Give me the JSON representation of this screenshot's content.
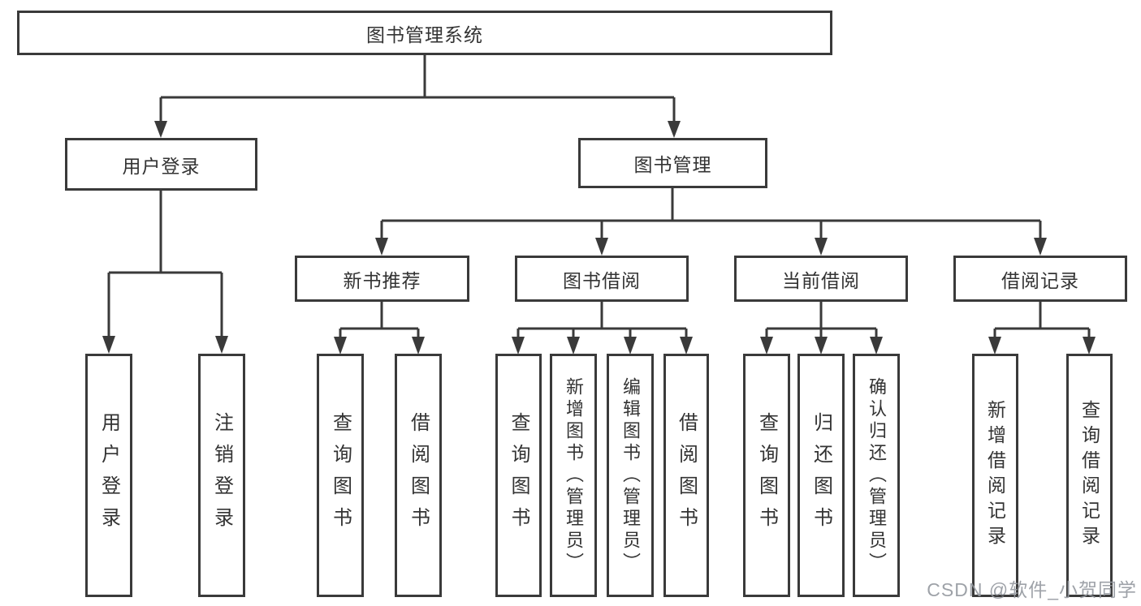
{
  "title": {
    "label": "图书管理系统"
  },
  "level2": [
    {
      "label": "用户登录"
    },
    {
      "label": "图书管理"
    }
  ],
  "level3": [
    {
      "label": "新书推荐"
    },
    {
      "label": "图书借阅"
    },
    {
      "label": "当前借阅"
    },
    {
      "label": "借阅记录"
    }
  ],
  "leaves": {
    "user_login": [
      {
        "label": "用户登录"
      },
      {
        "label": "注销登录"
      }
    ],
    "new_book": [
      {
        "label": "查询图书"
      },
      {
        "label": "借阅图书"
      }
    ],
    "book_borrow": [
      {
        "label": "查询图书"
      },
      {
        "label": "新增图书（管理员）"
      },
      {
        "label": "编辑图书（管理员）"
      },
      {
        "label": "借阅图书"
      }
    ],
    "current_borrow": [
      {
        "label": "查询图书"
      },
      {
        "label": "归还图书"
      },
      {
        "label": "确认归还（管理员）"
      }
    ],
    "borrow_record": [
      {
        "label": "新增借阅记录"
      },
      {
        "label": "查询借阅记录"
      }
    ]
  },
  "watermark": {
    "text": "CSDN @软件_小贺同学"
  },
  "colors": {
    "line": "#3a3a3a",
    "box_border": "#3a3a3a",
    "box_bg": "#ffffff",
    "text": "#333333",
    "watermark": "#94989e"
  }
}
